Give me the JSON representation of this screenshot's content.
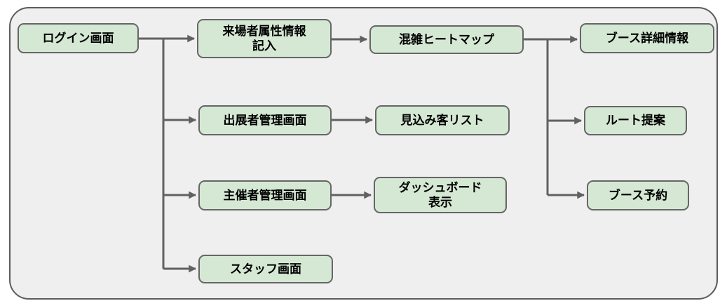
{
  "diagram": {
    "type": "flowchart",
    "colors": {
      "node_fill": "#d5e8d4",
      "node_border": "#666666",
      "connector": "#616161",
      "canvas_fill": "#efefef",
      "canvas_border": "#5c5c5c",
      "text": "#000000"
    },
    "nodes": [
      {
        "id": "login-screen",
        "label": "ログイン画面"
      },
      {
        "id": "visitor-attribute-entry",
        "label": "来場者属性情報\n記入"
      },
      {
        "id": "congestion-heatmap",
        "label": "混雑ヒートマップ"
      },
      {
        "id": "booth-detail-info",
        "label": "ブース詳細情報"
      },
      {
        "id": "exhibitor-admin-screen",
        "label": "出展者管理画面"
      },
      {
        "id": "prospect-list",
        "label": "見込み客リスト"
      },
      {
        "id": "organizer-admin-screen",
        "label": "主催者管理画面"
      },
      {
        "id": "dashboard-display",
        "label": "ダッシュボード\n表示"
      },
      {
        "id": "route-suggestion",
        "label": "ルート提案"
      },
      {
        "id": "booth-reservation",
        "label": "ブース予約"
      },
      {
        "id": "staff-screen",
        "label": "スタッフ画面"
      }
    ],
    "edges": [
      {
        "from": "login-screen",
        "to": "visitor-attribute-entry"
      },
      {
        "from": "login-screen",
        "to": "exhibitor-admin-screen"
      },
      {
        "from": "login-screen",
        "to": "organizer-admin-screen"
      },
      {
        "from": "login-screen",
        "to": "staff-screen"
      },
      {
        "from": "visitor-attribute-entry",
        "to": "congestion-heatmap"
      },
      {
        "from": "congestion-heatmap",
        "to": "booth-detail-info"
      },
      {
        "from": "congestion-heatmap",
        "to": "route-suggestion"
      },
      {
        "from": "congestion-heatmap",
        "to": "booth-reservation"
      },
      {
        "from": "exhibitor-admin-screen",
        "to": "prospect-list"
      },
      {
        "from": "organizer-admin-screen",
        "to": "dashboard-display"
      }
    ]
  }
}
